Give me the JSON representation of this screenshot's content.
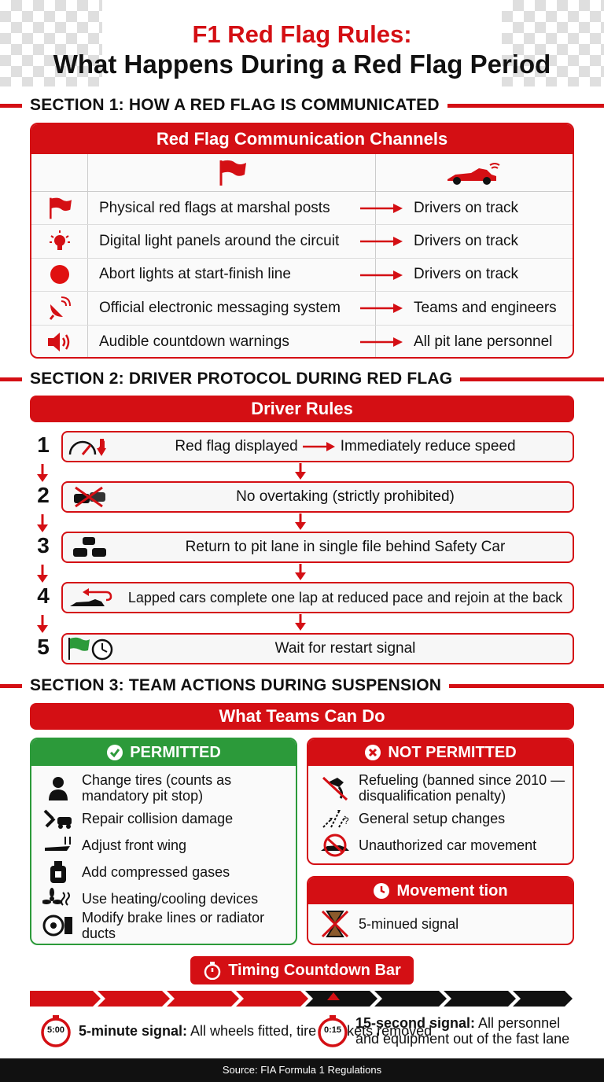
{
  "title": {
    "line1": "F1 Red Flag Rules:",
    "line2": "What Happens During a Red Flag Period"
  },
  "section1": {
    "heading": "SECTION 1: HOW A RED FLAG IS COMMUNICATED",
    "table_title": "Red Flag Communication Channels",
    "rows": [
      {
        "icon": "red-flag-icon",
        "method": "Physical red flags at marshal posts",
        "audience": "Drivers on track"
      },
      {
        "icon": "light-bulb-icon",
        "method": "Digital light panels around the circuit",
        "audience": "Drivers on track"
      },
      {
        "icon": "red-light-icon",
        "method": "Abort lights at start-finish line",
        "audience": "Drivers on track"
      },
      {
        "icon": "satellite-dish-icon",
        "method": "Official electronic messaging system",
        "audience": "Teams and engineers"
      },
      {
        "icon": "speaker-icon",
        "method": "Audible countdown warnings",
        "audience": "All pit lane personnel"
      }
    ]
  },
  "section2": {
    "heading": "SECTION 2: DRIVER PROTOCOL DURING RED FLAG",
    "banner": "Driver Rules",
    "steps": [
      {
        "num": "1",
        "icon": "speedometer-icon",
        "text_a": "Red flag displayed",
        "text_b": "Immediately reduce speed"
      },
      {
        "num": "2",
        "icon": "no-overtaking-icon",
        "text_a": "No overtaking (strictly prohibited)",
        "text_b": ""
      },
      {
        "num": "3",
        "icon": "cars-queue-icon",
        "text_a": "Return to pit lane in single file behind Safety Car",
        "text_b": ""
      },
      {
        "num": "4",
        "icon": "lapped-car-icon",
        "text_a": "Lapped cars complete one lap at reduced pace and rejoin at the back",
        "text_b": ""
      },
      {
        "num": "5",
        "icon": "green-flag-clock-icon",
        "text_a": "Wait for restart signal",
        "text_b": ""
      }
    ]
  },
  "section3": {
    "heading": "SECTION 3: TEAM ACTIONS DURING SUSPENSION",
    "banner": "What Teams Can Do",
    "permitted": {
      "title": "PERMITTED",
      "items": [
        {
          "icon": "mechanic-icon",
          "text": "Change tires (counts as mandatory pit stop)"
        },
        {
          "icon": "wrench-car-icon",
          "text": "Repair collision damage"
        },
        {
          "icon": "front-wing-icon",
          "text": "Adjust front wing"
        },
        {
          "icon": "gas-canister-icon",
          "text": "Add compressed gases"
        },
        {
          "icon": "fan-heat-icon",
          "text": "Use heating/cooling devices"
        },
        {
          "icon": "brake-disc-icon",
          "text": "Modify brake lines or radiator ducts"
        }
      ]
    },
    "not_permitted": {
      "title": "NOT PERMITTED",
      "items": [
        {
          "icon": "no-fuel-icon",
          "text": "Refueling (banned since 2010 — disqualification penalty)"
        },
        {
          "icon": "setup-arrows-icon",
          "text": "General setup changes"
        },
        {
          "icon": "no-car-movement-icon",
          "text": "Unauthorized car movement"
        }
      ]
    },
    "movement": {
      "title": "Movement tion",
      "item": "5-minued signal"
    },
    "timing": {
      "title": "Timing Countdown Bar",
      "signal1_time": "5:00",
      "signal1_bold": "5-minute signal:",
      "signal1_text": " All wheels fitted, tire blankets removed",
      "signal2_time": "0:15",
      "signal2_bold": "15-second signal:",
      "signal2_text": " All personnel and equipment out of the fast lane"
    }
  },
  "footer": "Source: FIA Formula 1 Regulations",
  "colors": {
    "accent": "#d40f14",
    "green": "#2c9a3a"
  }
}
